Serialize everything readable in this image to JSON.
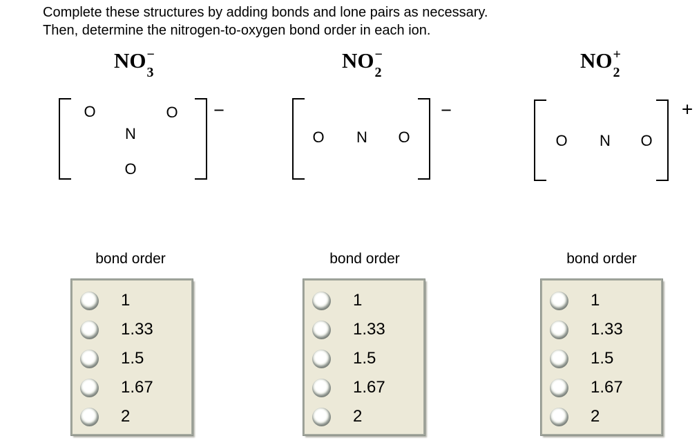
{
  "instructions": {
    "line1": "Complete these structures by adding bonds and lone pairs as necessary.",
    "line2": "Then, determine the nitrogen-to-oxygen bond order in each ion."
  },
  "ions": [
    {
      "formula": {
        "base": "NO",
        "subscript": "3",
        "charge": "−"
      },
      "structure_charge": "−",
      "atoms": [
        "O",
        "O",
        "N",
        "O"
      ]
    },
    {
      "formula": {
        "base": "NO",
        "subscript": "2",
        "charge": "−"
      },
      "structure_charge": "−",
      "atoms": [
        "O",
        "N",
        "O"
      ]
    },
    {
      "formula": {
        "base": "NO",
        "subscript": "2",
        "charge": "+"
      },
      "structure_charge": "+",
      "atoms": [
        "O",
        "N",
        "O"
      ]
    }
  ],
  "bond_order": {
    "label": "bond order",
    "options": [
      "1",
      "1.33",
      "1.5",
      "1.67",
      "2"
    ]
  },
  "colors": {
    "background": "#ffffff",
    "text": "#000000",
    "panel_bg": "#ece9d8",
    "panel_border": "#8a9088"
  }
}
